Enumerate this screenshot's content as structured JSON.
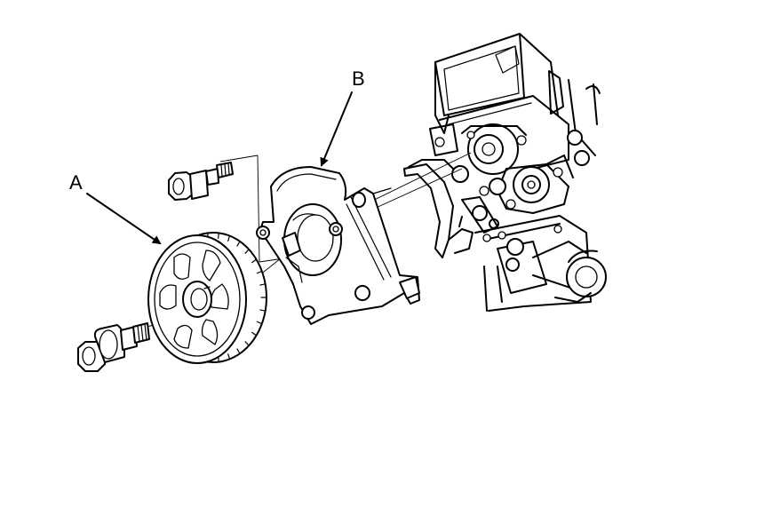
{
  "diagram": {
    "callouts": [
      {
        "id": "A",
        "label": "A"
      },
      {
        "id": "B",
        "label": "B"
      }
    ]
  }
}
